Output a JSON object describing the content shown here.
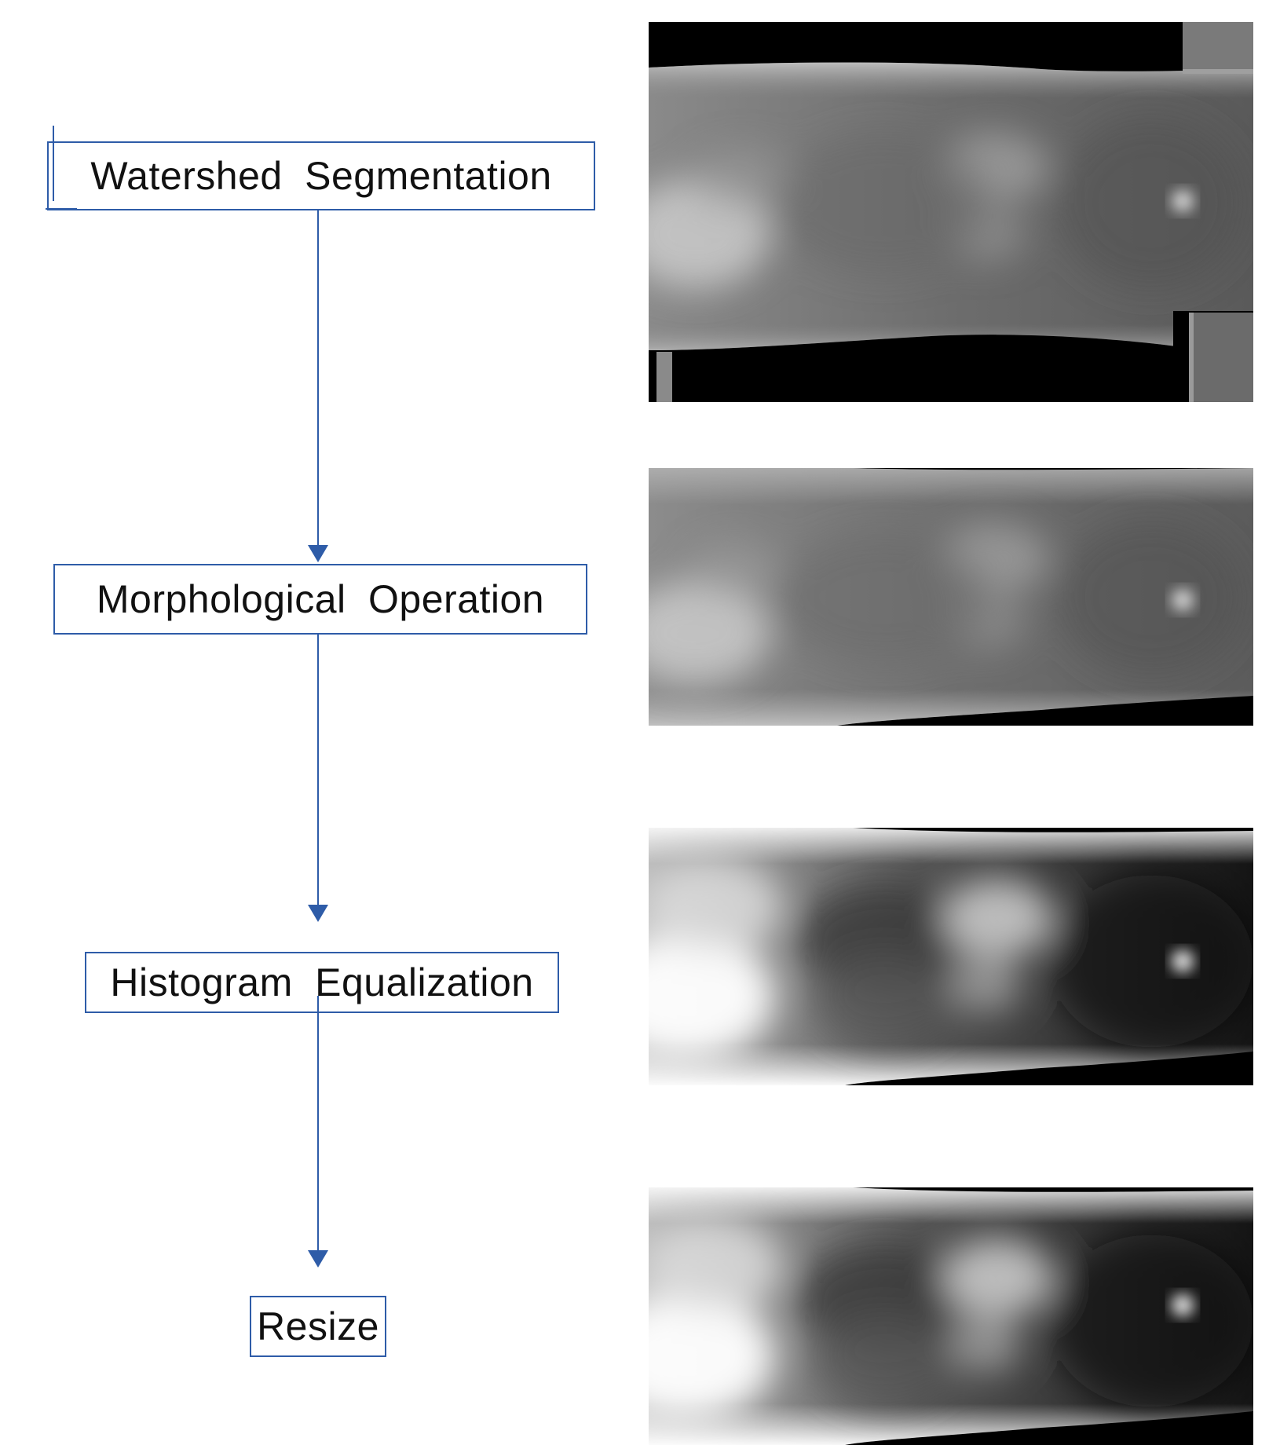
{
  "steps": [
    {
      "label": "Watershed Segmentation"
    },
    {
      "label": "Morphological Operation"
    },
    {
      "label": "Histogram Equalization"
    },
    {
      "label": "Resize"
    }
  ],
  "colors": {
    "accent": "#2e5ca8",
    "background": "#ffffff",
    "text": "#111111"
  },
  "images": [
    {
      "name": "watershed-segmentation-image"
    },
    {
      "name": "morphological-operation-image"
    },
    {
      "name": "histogram-equalization-image"
    },
    {
      "name": "resize-image"
    }
  ]
}
